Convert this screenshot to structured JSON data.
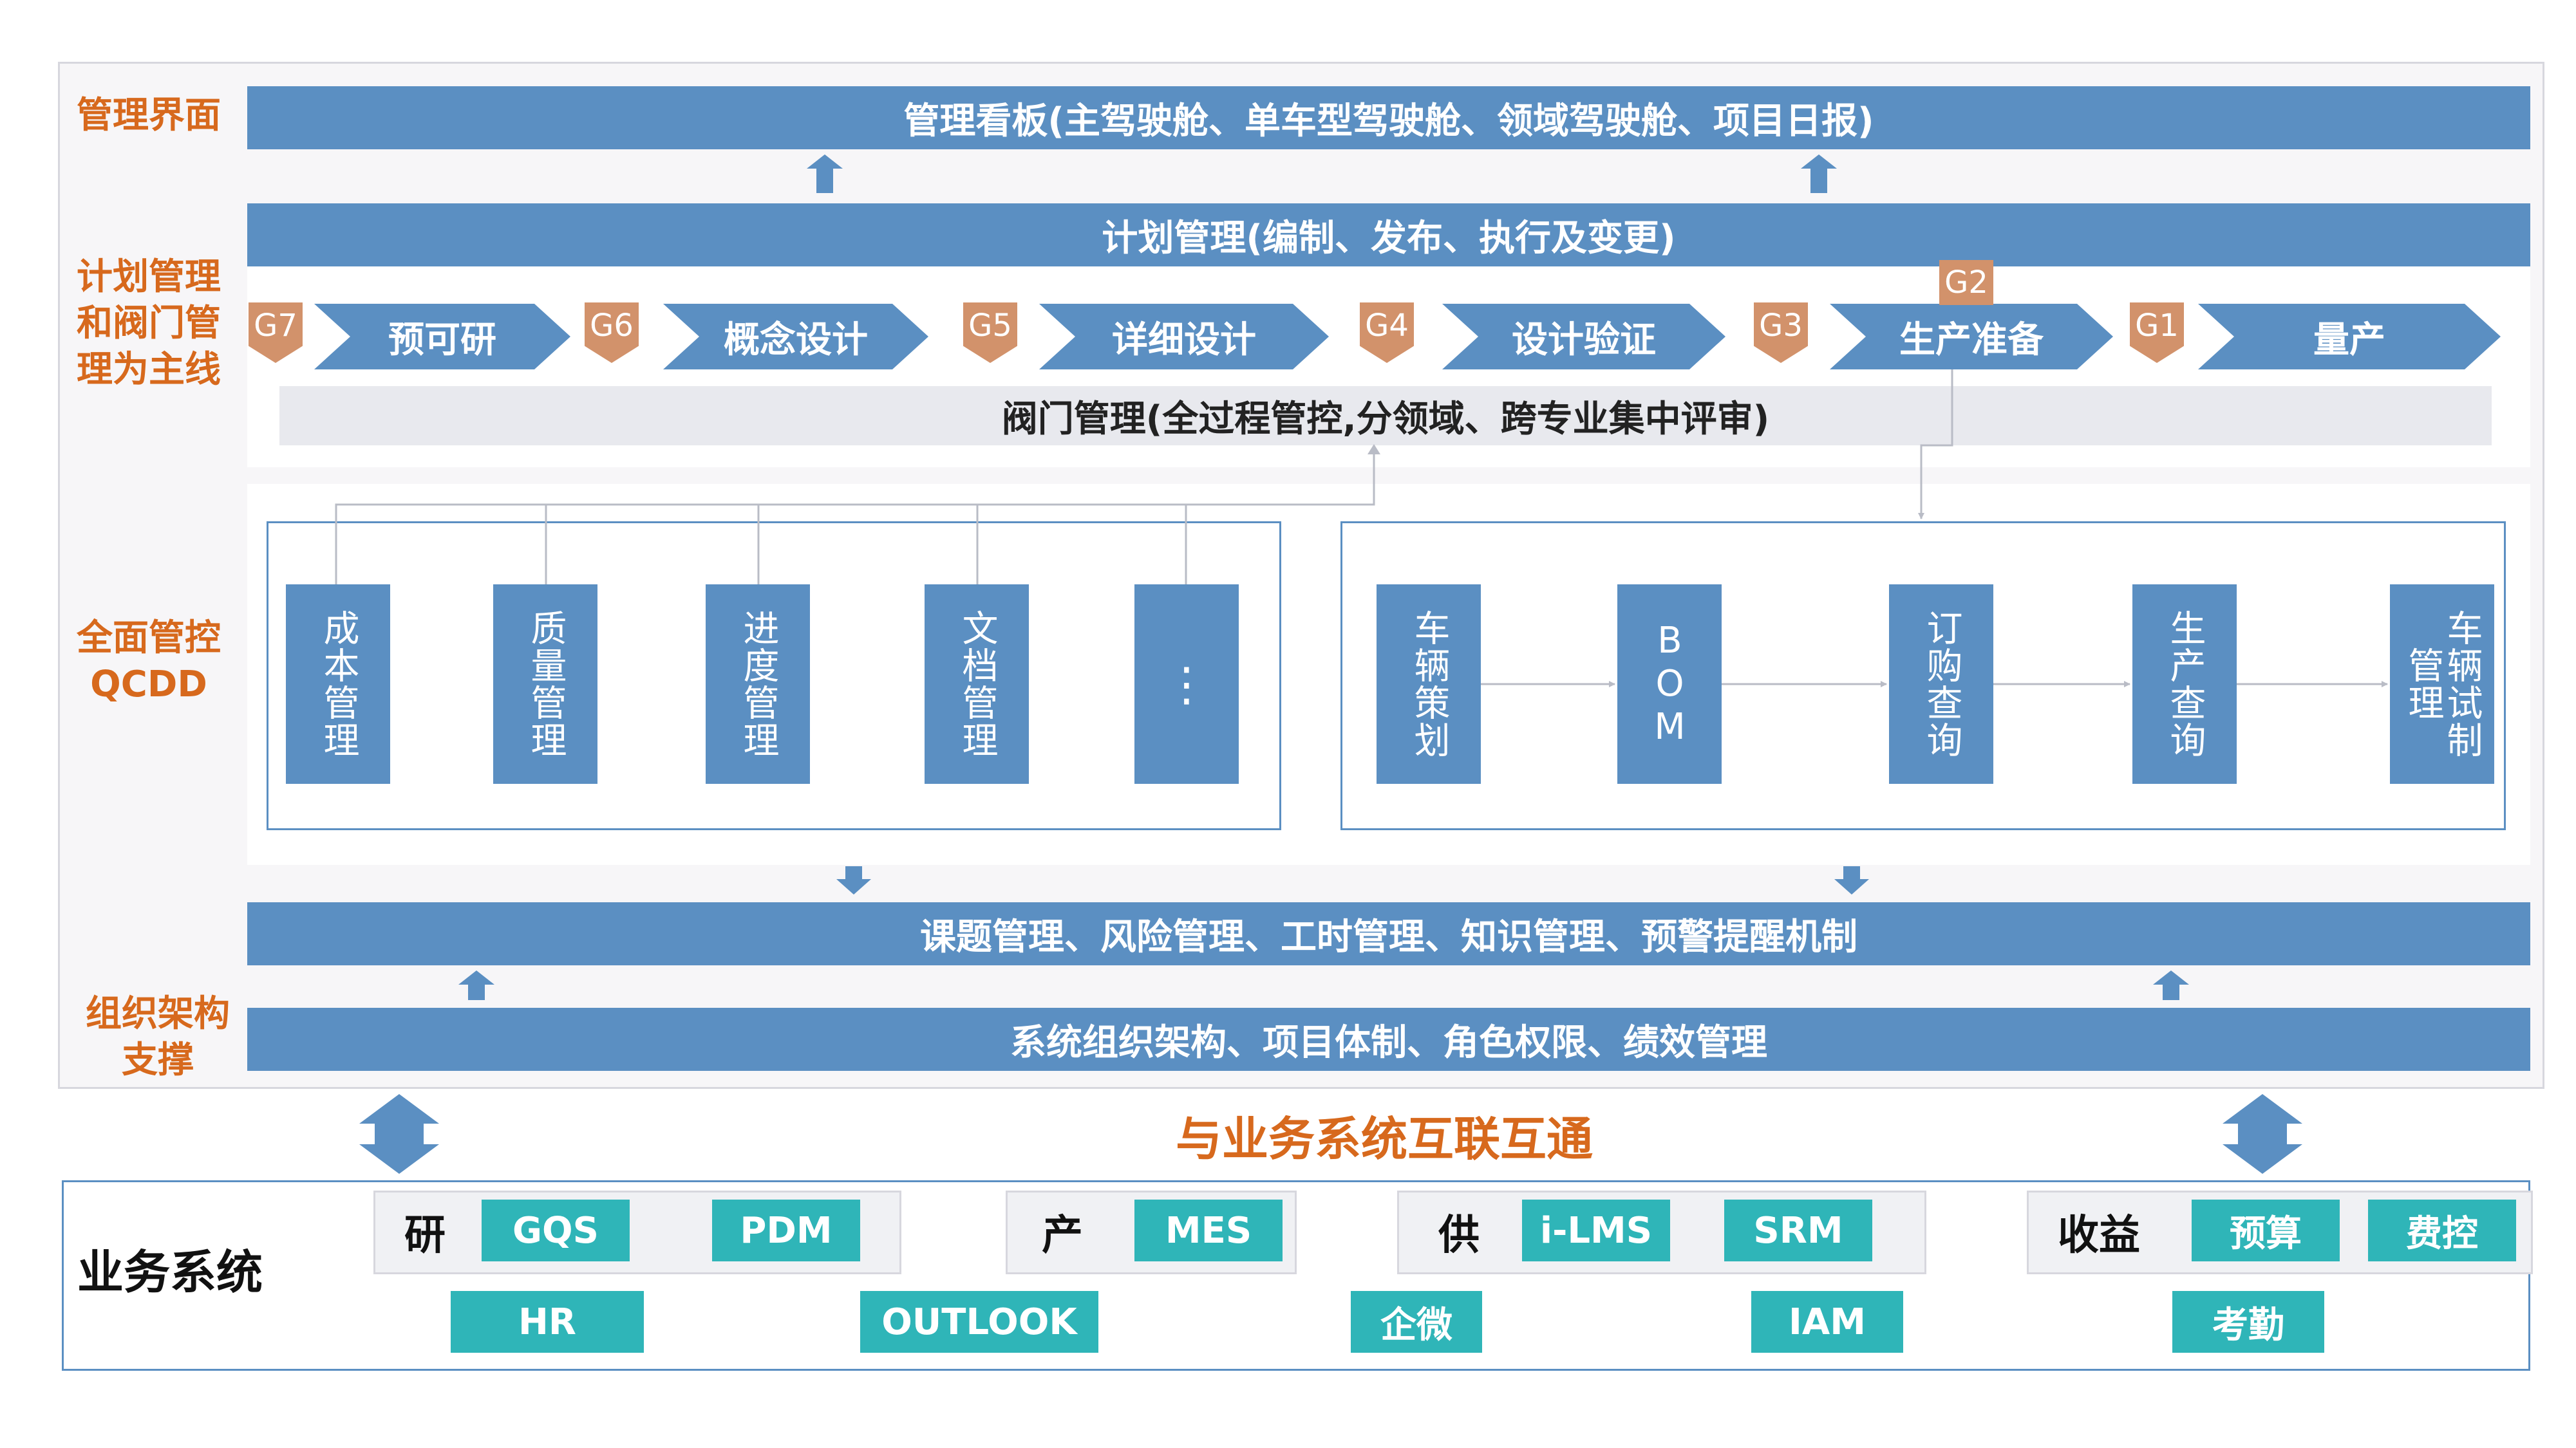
{
  "colors": {
    "bar": "#5b8fc2",
    "gate": "#d2926b",
    "teal": "#2fb5b8",
    "label": "#d7691d"
  },
  "labels": {
    "mgmt_ui": "管理界面",
    "plan_line": "计划管理和阀门管理为主线",
    "qcdd_1": "全面管控",
    "qcdd_2": "QCDD",
    "org": "组织架构支撑"
  },
  "bars": {
    "dashboard": "管理看板(主驾驶舱、单车型驾驶舱、领域驾驶舱、项目日报)",
    "plan": "计划管理(编制、发布、执行及变更)",
    "gate_mgmt": "阀门管理(全过程管控,分领域、跨专业集中评审)",
    "topics": "课题管理、风险管理、工时管理、知识管理、预警提醒机制",
    "org": "系统组织架构、项目体制、角色权限、绩效管理"
  },
  "stages": [
    "预可研",
    "概念设计",
    "详细设计",
    "设计验证",
    "生产准备",
    "量产"
  ],
  "gates": [
    "G7",
    "G6",
    "G5",
    "G4",
    "G3",
    "G2",
    "G1"
  ],
  "left_modules": [
    "成本管理",
    "质量管理",
    "进度管理",
    "文档管理",
    "⋮"
  ],
  "right_modules": [
    "车辆策划",
    "BOM",
    "订购查询",
    "生产查询",
    "车辆试制管理"
  ],
  "interconnect": "与业务系统互联互通",
  "business": {
    "title": "业务系统",
    "groups": [
      {
        "label": "研",
        "items": [
          "GQS",
          "PDM"
        ]
      },
      {
        "label": "产",
        "items": [
          "MES"
        ]
      },
      {
        "label": "供",
        "items": [
          "i-LMS",
          "SRM"
        ]
      },
      {
        "label": "收益",
        "items": [
          "预算",
          "费控"
        ]
      }
    ],
    "bottom_items": [
      "HR",
      "OUTLOOK",
      "企微",
      "IAM",
      "考勤"
    ]
  }
}
